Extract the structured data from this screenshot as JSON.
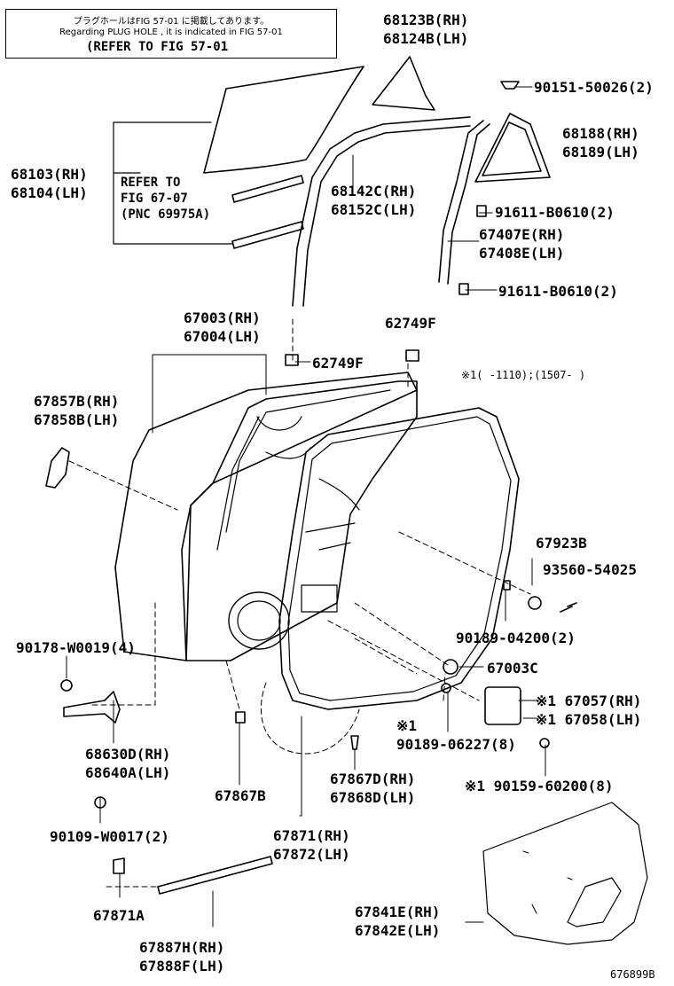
{
  "note": {
    "line1": "プラグホールはFIG 57-01 に掲載してあります。",
    "line2": "Regarding PLUG HOLE , it is indicated in FIG 57-01",
    "line3": "(REFER TO FIG 57-01"
  },
  "refer": {
    "line1": "REFER TO",
    "line2": "FIG 67-07",
    "line3": "(PNC 69975A)"
  },
  "period_note": "※1(     -1110);(1507-     )",
  "drawing_number": "676899B",
  "labels": {
    "p68123": [
      "68123B(RH)",
      "68124B(LH)"
    ],
    "p90151": [
      "90151-50026(2)"
    ],
    "p68188": [
      "68188(RH)",
      "68189(LH)"
    ],
    "p68103": [
      "68103(RH)",
      "68104(LH)"
    ],
    "p68142": [
      "68142C(RH)",
      "68152C(LH)"
    ],
    "p91611a": [
      "91611-B0610(2)"
    ],
    "p67407": [
      "67407E(RH)",
      "67408E(LH)"
    ],
    "p91611b": [
      "91611-B0610(2)"
    ],
    "p67003": [
      "67003(RH)",
      "67004(LH)"
    ],
    "p62749a": [
      "62749F"
    ],
    "p62749b": [
      "62749F"
    ],
    "p67857": [
      "67857B(RH)",
      "67858B(LH)"
    ],
    "p67923": [
      "67923B"
    ],
    "p93560": [
      "93560-54025"
    ],
    "p90189a": [
      "90189-04200(2)"
    ],
    "p90178": [
      "90178-W0019(4)"
    ],
    "p67003c": [
      "67003C"
    ],
    "p67057": [
      "※1 67057(RH)",
      "※1 67058(LH)"
    ],
    "p90189b": [
      "※1",
      "90189-06227(8)"
    ],
    "p68630": [
      "68630D(RH)",
      "68640A(LH)"
    ],
    "p67867d": [
      "67867D(RH)",
      "67868D(LH)"
    ],
    "p90159": [
      "※1 90159-60200(8)"
    ],
    "p67867b": [
      "67867B"
    ],
    "p90109": [
      "90109-W0017(2)"
    ],
    "p67871": [
      "67871(RH)",
      "67872(LH)"
    ],
    "p67871a": [
      "67871A"
    ],
    "p67841": [
      "67841E(RH)",
      "67842E(LH)"
    ],
    "p67887": [
      "67887H(RH)",
      "67888F(LH)"
    ]
  }
}
